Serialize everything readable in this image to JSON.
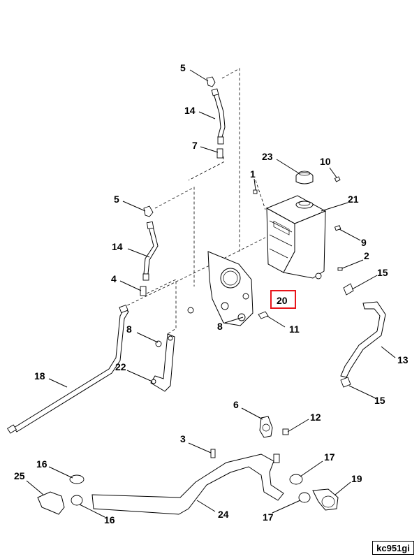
{
  "reference_code": "kc951gi",
  "highlight_color": "#e8141a",
  "highlighted_callout": "20",
  "callouts": [
    {
      "id": "c5a",
      "label": "5"
    },
    {
      "id": "c14a",
      "label": "14"
    },
    {
      "id": "c7",
      "label": "7"
    },
    {
      "id": "c23",
      "label": "23"
    },
    {
      "id": "c10",
      "label": "10"
    },
    {
      "id": "c1",
      "label": "1"
    },
    {
      "id": "c5b",
      "label": "5"
    },
    {
      "id": "c21",
      "label": "21"
    },
    {
      "id": "c9",
      "label": "9"
    },
    {
      "id": "c14b",
      "label": "14"
    },
    {
      "id": "c2",
      "label": "2"
    },
    {
      "id": "c15a",
      "label": "15"
    },
    {
      "id": "c4",
      "label": "4"
    },
    {
      "id": "c20",
      "label": "20"
    },
    {
      "id": "c8a",
      "label": "8"
    },
    {
      "id": "c11",
      "label": "11"
    },
    {
      "id": "c8b",
      "label": "8"
    },
    {
      "id": "c13",
      "label": "13"
    },
    {
      "id": "c22",
      "label": "22"
    },
    {
      "id": "c18",
      "label": "18"
    },
    {
      "id": "c15b",
      "label": "15"
    },
    {
      "id": "c6",
      "label": "6"
    },
    {
      "id": "c12",
      "label": "12"
    },
    {
      "id": "c3",
      "label": "3"
    },
    {
      "id": "c16a",
      "label": "16"
    },
    {
      "id": "c17a",
      "label": "17"
    },
    {
      "id": "c25",
      "label": "25"
    },
    {
      "id": "c19",
      "label": "19"
    },
    {
      "id": "c24",
      "label": "24"
    },
    {
      "id": "c16b",
      "label": "16"
    },
    {
      "id": "c17b",
      "label": "17"
    }
  ]
}
